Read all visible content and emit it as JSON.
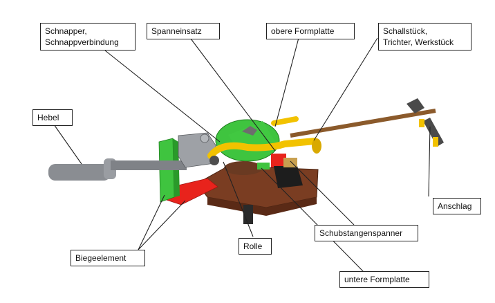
{
  "diagram": {
    "labels": {
      "snapper": [
        "Schnapper,",
        "Schnappverbindung"
      ],
      "clamp_insert": "Spanneinsatz",
      "upper_form_plate": "obere Formplatte",
      "bell_piece": [
        "Schallstück,",
        "Trichter, Werkstück"
      ],
      "lever": "Hebel",
      "stop": "Anschlag",
      "push_rod_clamp": "Schubstangenspanner",
      "bending_element": "Biegeelement",
      "roller": "Rolle",
      "lower_form_plate": "untere Formplatte"
    },
    "colors": {
      "lever_grey": "#8a8d92",
      "green": "#3fc43f",
      "red": "#e8231c",
      "brown": "#7a3d22",
      "yellow": "#f2c200",
      "rod_brown": "#8b5a2b",
      "black": "#1d1d1d"
    }
  }
}
